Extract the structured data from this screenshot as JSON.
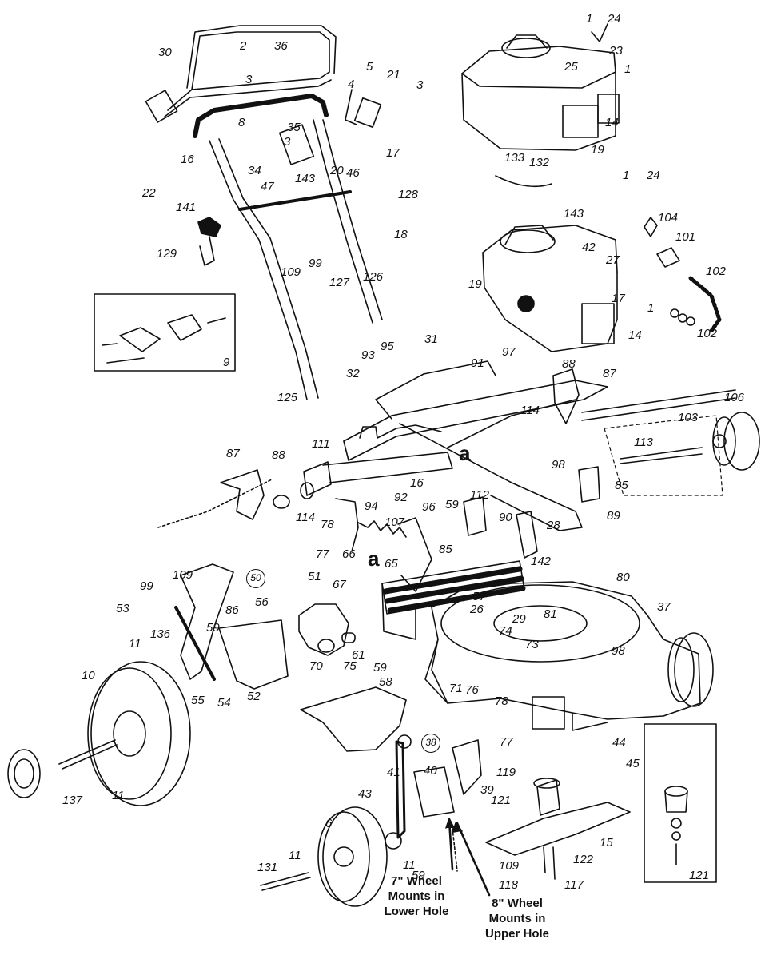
{
  "colors": {
    "ink": "#111111",
    "paper": "#ffffff"
  },
  "callouts": {
    "c1": "1",
    "c24": "24",
    "c23": "23",
    "c25": "25",
    "c1b": "1",
    "c14": "14",
    "c19": "19",
    "c133": "133",
    "c132": "132",
    "c143": "143",
    "c1c": "1",
    "c24b": "24",
    "c104": "104",
    "c101": "101",
    "c102": "102",
    "c102b": "102",
    "c42": "42",
    "c27": "27",
    "c17b": "17",
    "c1d": "1",
    "c14b": "14",
    "c19b": "19",
    "c30": "30",
    "c2": "2",
    "c36": "36",
    "c3": "3",
    "c5": "5",
    "c21": "21",
    "c3b": "3",
    "c4": "4",
    "c8": "8",
    "c35": "35",
    "c3c": "3",
    "c17": "17",
    "c16": "16",
    "c20": "20",
    "c46": "46",
    "c143b": "143",
    "c34": "34",
    "c22": "22",
    "c141": "141",
    "c47": "47",
    "c128": "128",
    "c18": "18",
    "c129": "129",
    "c109": "109",
    "c99": "99",
    "c127": "127",
    "c126": "126",
    "c9": "9",
    "c31": "31",
    "c95": "95",
    "c93": "93",
    "c97": "97",
    "c32": "32",
    "c91": "91",
    "c88": "88",
    "c87": "87",
    "c106": "106",
    "c125": "125",
    "c114": "114",
    "c103": "103",
    "c98": "98",
    "c113": "113",
    "c111": "111",
    "c87b": "87",
    "c88b": "88",
    "c16b": "16",
    "c92": "92",
    "c112": "112",
    "c85": "85",
    "c96": "96",
    "c59": "59",
    "c90": "90",
    "c28": "28",
    "c89": "89",
    "c94": "94",
    "c114b": "114",
    "c78": "78",
    "c107": "107",
    "c85b": "85",
    "c77": "77",
    "c66": "66",
    "c142": "142",
    "c65": "65",
    "c51": "51",
    "c80": "80",
    "c67": "67",
    "c99b": "99",
    "c109b": "109",
    "c86": "86",
    "c57": "57",
    "c56": "56",
    "c26": "26",
    "c29": "29",
    "c81": "81",
    "c37": "37",
    "c53": "53",
    "c74": "74",
    "c136": "136",
    "c59b": "59",
    "c73": "73",
    "c61": "61",
    "c11": "11",
    "c70": "70",
    "c75": "75",
    "c98b": "98",
    "c59c": "59",
    "c10": "10",
    "c58": "58",
    "c71": "71",
    "c76": "76",
    "c55": "55",
    "c54": "54",
    "c52": "52",
    "c78b": "78",
    "c77b": "77",
    "c44": "44",
    "c45": "45",
    "c119": "119",
    "c39": "39",
    "c41": "41",
    "c40": "40",
    "c121": "121",
    "c137": "137",
    "c11b": "11",
    "c43": "43",
    "c6": "6",
    "c15": "15",
    "c11c": "11",
    "c59d": "59",
    "c109c": "109",
    "c122": "122",
    "c118": "118",
    "c117": "117",
    "c131": "131",
    "c11d": "11",
    "c121b": "121"
  },
  "marks": {
    "a1": "a",
    "a2": "a"
  },
  "circled": {
    "r50": "50",
    "r38": "38"
  },
  "notes": {
    "wheel7_line1": "7\" Wheel",
    "wheel7_line2": "Mounts in",
    "wheel7_line3": "Lower Hole",
    "wheel8_line1": "8\" Wheel",
    "wheel8_line2": "Mounts in",
    "wheel8_line3": "Upper Hole"
  }
}
